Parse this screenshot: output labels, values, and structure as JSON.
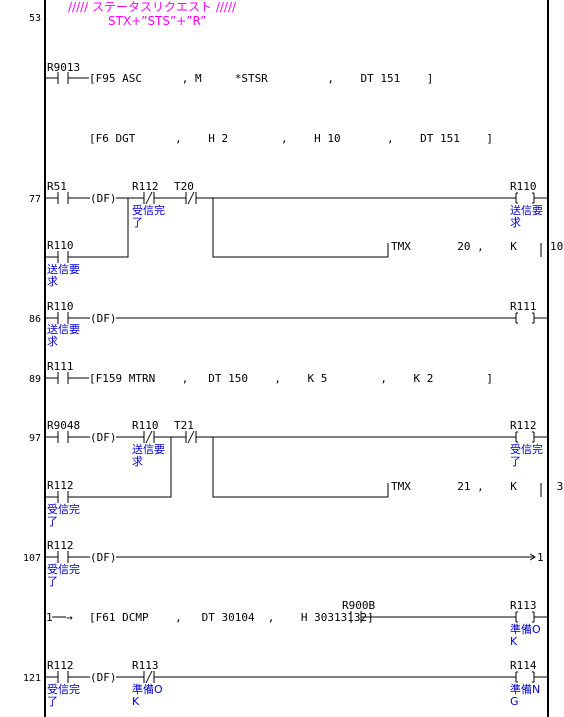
{
  "comment": {
    "line1": "///// ステータスリクエスト /////",
    "line2": "STX+”STS”+”R”"
  },
  "step_numbers": [
    "53",
    "77",
    "86",
    "89",
    "97",
    "107",
    "121"
  ],
  "rung53": {
    "contact": "R9013",
    "instr1": "[F95 ASC      , M     *STSR         ,    DT 151    ]",
    "instr2": "[F6 DGT      ,    H 2        ,    H 10       ,    DT 151    ]"
  },
  "rung77": {
    "c1": "R51",
    "df": "(DF)",
    "c2": "R112",
    "c2_comment": [
      "受信完",
      "了"
    ],
    "c3": "T20",
    "coil": "R110",
    "coil_comment": [
      "送信要",
      "求"
    ],
    "branch_contact": "R110",
    "branch_comment": [
      "送信要",
      "求"
    ],
    "timer": "TMX       20 ,    K     10"
  },
  "rung86": {
    "c1": "R110",
    "c1_comment": [
      "送信要",
      "求"
    ],
    "df": "(DF)",
    "coil": "R111"
  },
  "rung89": {
    "c1": "R111",
    "instr": "[F159 MTRN    ,   DT 150    ,    K 5        ,    K 2        ]"
  },
  "rung97": {
    "c1": "R9048",
    "df": "(DF)",
    "c2": "R110",
    "c2_comment": [
      "送信要",
      "求"
    ],
    "c3": "T21",
    "coil": "R112",
    "coil_comment": [
      "受信完",
      "了"
    ],
    "branch_contact": "R112",
    "branch_comment": [
      "受信完",
      "了"
    ],
    "timer": "TMX       21 ,    K      3"
  },
  "rung107": {
    "c1": "R112",
    "c1_comment": [
      "受信完",
      "了"
    ],
    "df": "(DF)",
    "jump": "1"
  },
  "rung_cont": {
    "start": "1",
    "arrow": "→",
    "instr": "[F61 DCMP    ,   DT 30104  ,    H 30313132]",
    "c1": "R900B",
    "coil": "R113",
    "coil_comment": [
      "準備O",
      "K"
    ]
  },
  "rung121": {
    "c1": "R112",
    "c1_comment": [
      "受信完",
      "了"
    ],
    "df": "(DF)",
    "c2": "R113",
    "c2_comment": [
      "準備O",
      "K"
    ],
    "coil": "R114",
    "coil_comment": [
      "準備N",
      "G"
    ]
  }
}
